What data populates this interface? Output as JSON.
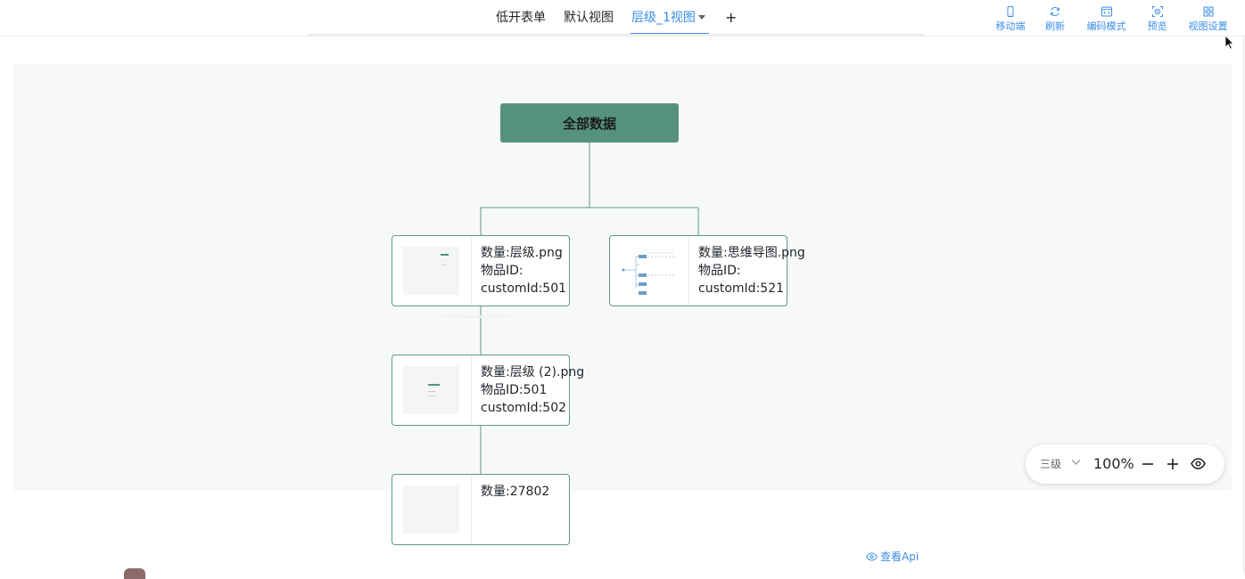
{
  "tabs": [
    {
      "label": "低开表单",
      "active": false
    },
    {
      "label": "默认视图",
      "active": false
    },
    {
      "label": "层级_1视图",
      "active": true
    }
  ],
  "add_tab_label": "+",
  "toolbar": [
    {
      "label": "移动端",
      "icon": "mobile-icon"
    },
    {
      "label": "刷新",
      "icon": "refresh-icon"
    },
    {
      "label": "编码模式",
      "icon": "code-icon"
    },
    {
      "label": "预览",
      "icon": "preview-icon"
    },
    {
      "label": "视图设置",
      "icon": "grid-settings-icon"
    }
  ],
  "tree": {
    "root": {
      "label": "全部数据",
      "color": "#55917f"
    },
    "nodes": [
      {
        "line1": "数量:层级.png",
        "line2": "物品ID:",
        "line3": "customId:501"
      },
      {
        "line1": "数量:思维导图.png",
        "line2": "物品ID:",
        "line3": "customId:521"
      },
      {
        "line1": "数量:层级 (2).png",
        "line2": "物品ID:501",
        "line3": "customId:502"
      },
      {
        "line1": "数量:27802"
      }
    ]
  },
  "zoom": {
    "level": "三级",
    "percent": "100%"
  },
  "footer": {
    "api_link": "查看Api"
  },
  "colors": {
    "accent": "#3a8ee6",
    "node_border": "#5e978a",
    "root_fill": "#55917f"
  }
}
